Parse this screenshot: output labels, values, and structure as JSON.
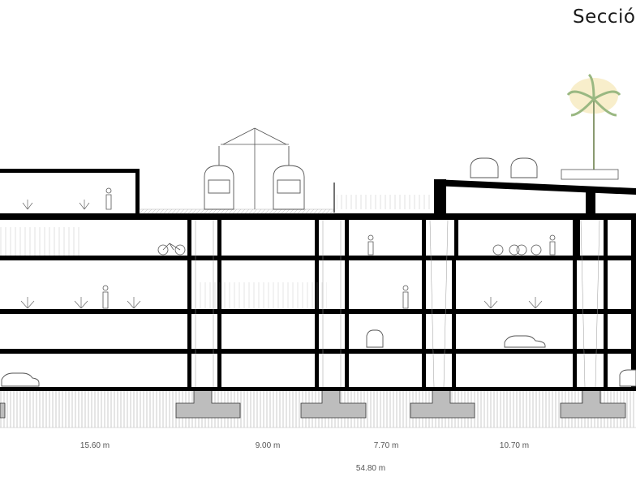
{
  "title": "Secció",
  "dimensions": {
    "span_1": "15.60 m",
    "span_2": "9.00 m",
    "span_3": "7.70 m",
    "span_4": "10.70 m",
    "total": "54.80 m"
  },
  "icons": [
    "tram-icon",
    "car-icon",
    "bicycle-icon",
    "person-icon",
    "palm-tree-icon",
    "plant-icon"
  ],
  "colors": {
    "structure": "#000000",
    "footing": "#bdbdbd",
    "ground_hatch": "#9a9a9a",
    "palm": "#c8dcb4",
    "highlight": "#f3e2a8"
  }
}
